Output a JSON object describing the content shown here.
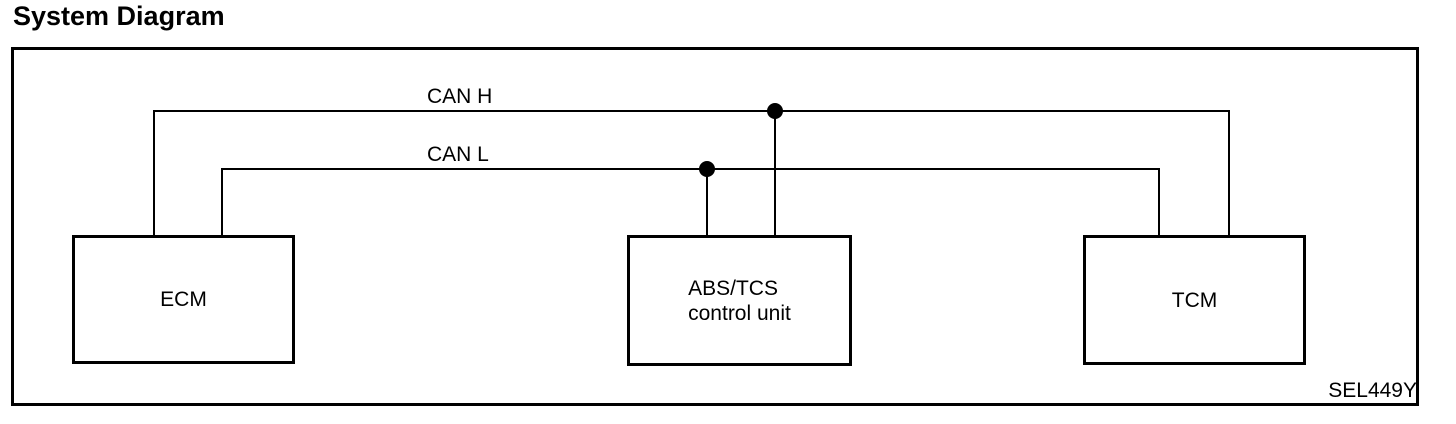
{
  "page": {
    "title": "System Diagram",
    "reference_code": "SEL449Y"
  },
  "colors": {
    "ink": "#000000",
    "background": "#ffffff"
  },
  "buses": {
    "can_h": {
      "label": "CAN H"
    },
    "can_l": {
      "label": "CAN L"
    }
  },
  "nodes": {
    "ecm": {
      "label": "ECM"
    },
    "abs_tcs": {
      "label_line1": "ABS/TCS",
      "label_line2": "control unit"
    },
    "tcm": {
      "label": "TCM"
    }
  },
  "connections": [
    {
      "from": "ECM",
      "bus": "CAN H"
    },
    {
      "from": "ECM",
      "bus": "CAN L"
    },
    {
      "from": "ABS/TCS control unit",
      "bus": "CAN H"
    },
    {
      "from": "ABS/TCS control unit",
      "bus": "CAN L"
    },
    {
      "from": "TCM",
      "bus": "CAN H"
    },
    {
      "from": "TCM",
      "bus": "CAN L"
    }
  ]
}
